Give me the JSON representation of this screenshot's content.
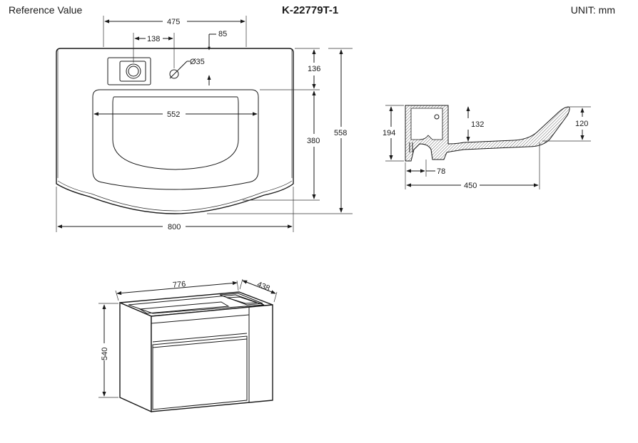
{
  "header": {
    "reference": "Reference Value",
    "model": "K-22779T-1",
    "unit": "UNIT: mm"
  },
  "top_view": {
    "dim_475": "475",
    "dim_138": "138",
    "dim_85": "85",
    "dim_d35": "Ø35",
    "dim_136": "136",
    "dim_552": "552",
    "dim_380": "380",
    "dim_558": "558",
    "dim_800": "800"
  },
  "side_view": {
    "dim_194": "194",
    "dim_132": "132",
    "dim_120": "120",
    "dim_78": "78",
    "dim_450": "450"
  },
  "cabinet_view": {
    "dim_776": "776",
    "dim_438": "438",
    "dim_540": "540"
  }
}
